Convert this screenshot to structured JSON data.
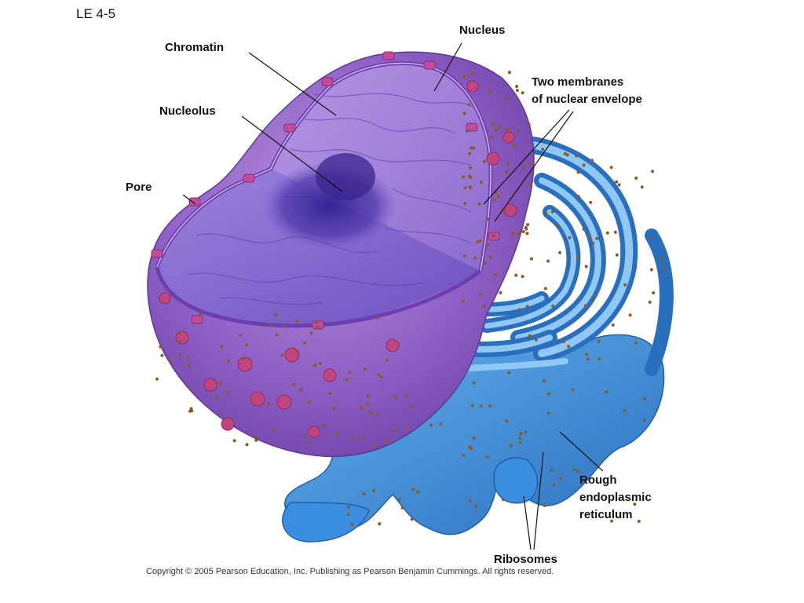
{
  "slide_id": "LE 4-5",
  "labels": {
    "chromatin": "Chromatin",
    "nucleus": "Nucleus",
    "nucleolus": "Nucleolus",
    "membranes_line1": "Two membranes",
    "membranes_line2": "of nuclear envelope",
    "pore": "Pore",
    "rer_line1": "Rough",
    "rer_line2": "endoplasmic",
    "rer_line3": "reticulum",
    "ribosomes": "Ribosomes"
  },
  "copyright": "Copyright © 2005 Pearson Education, Inc. Publishing as Pearson Benjamin Cummings. All rights reserved.",
  "colors": {
    "nucleus_outer": "#8e5fc4",
    "nucleus_cut": "#7b55c8",
    "nucleolus": "#3d2a9e",
    "pore": "#c24b9a",
    "er": "#3b8ee0",
    "er_dark": "#2a6fbd",
    "ribosome": "#8a5a22"
  }
}
